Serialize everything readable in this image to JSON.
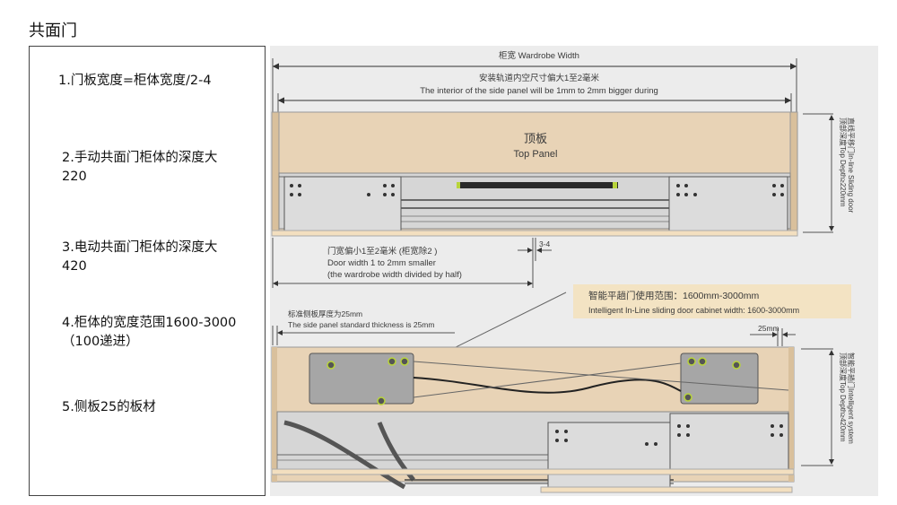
{
  "page": {
    "title": "共面门"
  },
  "notes": [
    {
      "text": "1.门板宽度=柜体宽度/2-4"
    },
    {
      "text": "2.手动共面门柜体的深度大220"
    },
    {
      "text": "3.电动共面门柜体的深度大420"
    },
    {
      "text": "4.柜体的宽度范围1600-3000（100递进）"
    },
    {
      "text": "5.侧板25的板材"
    }
  ],
  "diagram": {
    "top_section": {
      "wardrobe_width_label": "柜宽 Wardrobe Width",
      "interior_cn": "安装轨道内空尺寸偏大1至2毫米",
      "interior_en": "The interior of the side panel will be 1mm to 2mm bigger during",
      "top_panel_cn": "顶板",
      "top_panel_en": "Top Panel",
      "depth_cn": "顶部深度Top Depth≥220mm",
      "depth_en": "直线平移门In-line Sliding door",
      "door_width_cn": "门宽偏小1至2毫米 (柜宽除2 )",
      "door_width_en1": "Door width 1 to 2mm smaller",
      "door_width_en2": "(the wardrobe width divided by half)",
      "gap_label": "3-4"
    },
    "bottom_section": {
      "side_panel_cn": "标准侧板厚度为25mm",
      "side_panel_en": "The side panel standard thickness is 25mm",
      "callout_cn": "智能平趟门使用范围：1600mm-3000mm",
      "callout_en": "Intelligent In-Line sliding door cabinet width: 1600-3000mm",
      "side_thickness_label": "25mm",
      "depth_cn": "顶部深度Top Depth≥420mm",
      "depth_en": "智能平趟门Intelligent system"
    },
    "colors": {
      "wood": "#e8d3b6",
      "wood_edge": "#f3dfbf",
      "metal": "#d9d9d9",
      "metal_dark": "#9a9a9a",
      "accent_green": "#b8d43a",
      "callout_bg": "#f3e3c3"
    }
  }
}
